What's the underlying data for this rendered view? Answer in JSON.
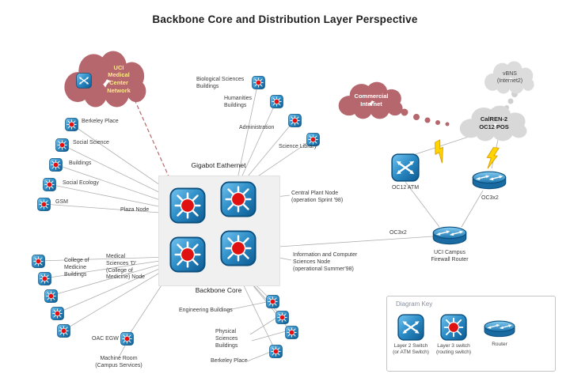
{
  "title": "Backbone Core and Distribution Layer Perspective",
  "clouds": {
    "uci_medical": "UCI\nMedical\nCenter\nNetwork",
    "commercial_internet": "Commercial\nInternet",
    "vbns": "vBNS\n(Internet2)",
    "calren": "CalREN-2\nOC12 POS"
  },
  "core": {
    "top_label": "Gigabot Eathernet",
    "bottom_label": "Backbone Core"
  },
  "labels": {
    "berkeley_place_top": "Berkeley Place",
    "social_science": "Social Science",
    "buildings": "Buildings",
    "social_ecology": "Social Ecology",
    "gsm": "GSM",
    "plaza_node": "Plaza Node",
    "college_of_medicine": "College of\nMedicine\nBuildings",
    "medical_sciences": "Medical\nSciences 'D'\n(College of\nMedicine) Node",
    "oac_egw": "OAC EGW",
    "machine_room": "Machine Room\n(Campus Services)",
    "biological_sciences": "Biological Sciences\nBuildings",
    "humanities": "Humanities\nBuildings",
    "administration": "Administration",
    "science_library": "Science Library",
    "central_plant": "Central Plant Node\n(operation Sprint '98)",
    "oc3x2_link": "OC3x2",
    "info_sciences": "Information and Computer\nSciences Node\n(operational Summer'98)",
    "oc12_atm": "OC12 ATM",
    "oc3x2_router": "OC3x2",
    "firewall_router": "UCI Campus\nFirewall Router",
    "engineering": "Engineering Buildings",
    "physical_sciences": "Physical\nSciences\nBuildings",
    "berkeley_place_bottom": "Berkeley Place"
  },
  "key": {
    "title": "Diagram Key",
    "items": [
      {
        "label": "Layer 2 Switch\n(or ATM Switch)"
      },
      {
        "label": "Layer 3 switch\n(routing switch)"
      },
      {
        "label": "Router"
      }
    ]
  },
  "icons": {
    "layer2_switch": "blue square with crossed white arrows",
    "layer3_switch": "blue square with red dot and radiating arrows",
    "router": "blue cylinder with white arrows",
    "cloud": "network cloud blob",
    "lightning": "yellow serial-link bolt"
  },
  "colors": {
    "cloud_red": "#b5676d",
    "cloud_gray": "#d8d8d8",
    "switch_blue": "#2a8ac4",
    "dot_red": "#e01111",
    "bolt_yellow": "#ffd400",
    "wire_gray": "#aeaeae"
  }
}
